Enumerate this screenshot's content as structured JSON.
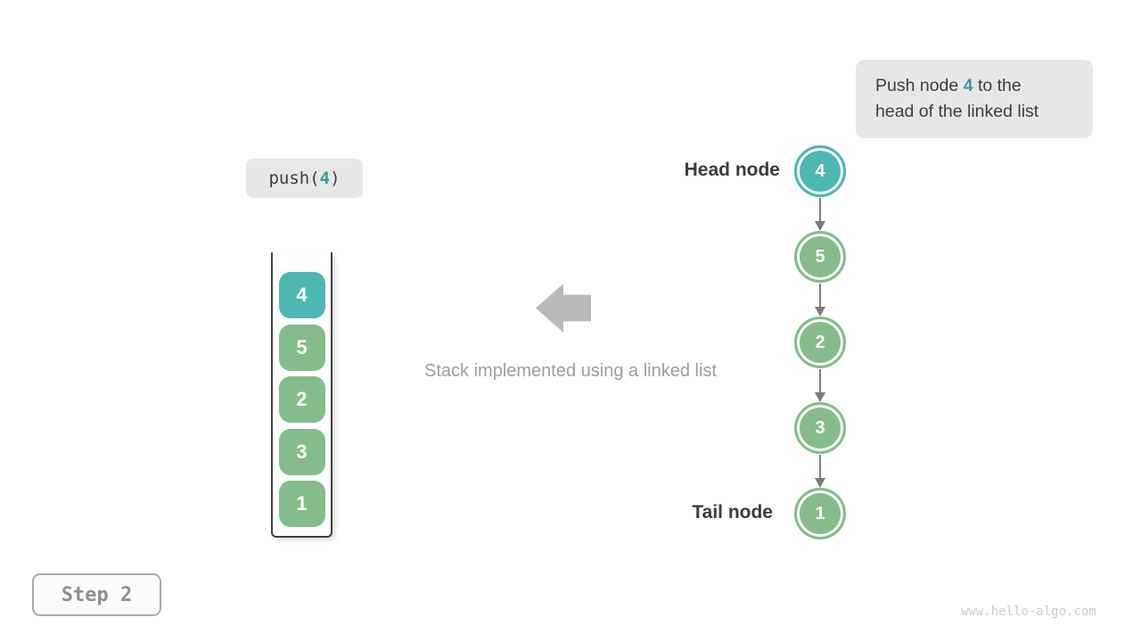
{
  "colors": {
    "teal_fill": "#4db8b0",
    "green_fill": "#85bc8c",
    "accent_text_teal": "#3a9d96",
    "dark_text": "#3d3d3d",
    "muted_text": "#9e9e9e",
    "block_arrow_gray": "#b9b9b9",
    "connector_gray": "#7b7b7b",
    "box_background": "#e7e7e7"
  },
  "annotation": {
    "line1_prefix": "Push node ",
    "line1_value": "4",
    "line1_suffix": " to the",
    "line2": "head of the linked list"
  },
  "code_box": {
    "prefix": "push(",
    "value": "4",
    "suffix": ")"
  },
  "stack": {
    "items": [
      "4",
      "5",
      "2",
      "3",
      "1"
    ]
  },
  "caption": "Stack implemented using a linked list",
  "linked_list": {
    "head_label": "Head node",
    "tail_label": "Tail node",
    "nodes": [
      "4",
      "5",
      "2",
      "3",
      "1"
    ]
  },
  "step_box": {
    "label": "Step 2"
  },
  "watermark": "www.hello-algo.com"
}
